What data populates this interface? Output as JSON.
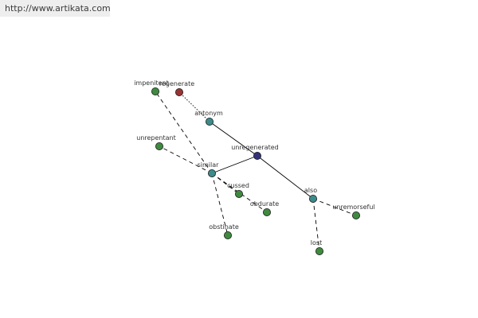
{
  "header": {
    "url_text": "http://www.artikata.com"
  },
  "colors": {
    "root": "#33337a",
    "relation": "#3d8a8a",
    "word": "#3f8a3f",
    "antonym_word": "#9a3333",
    "edge": "#000000"
  },
  "graph": {
    "root": "unregenerated",
    "relations": [
      "antonym",
      "similar",
      "also"
    ],
    "nodes": [
      {
        "id": "unregenerated",
        "label": "unregenerated",
        "kind": "root"
      },
      {
        "id": "antonym",
        "label": "antonym",
        "kind": "relation"
      },
      {
        "id": "similar",
        "label": "similar",
        "kind": "relation"
      },
      {
        "id": "also",
        "label": "also",
        "kind": "relation"
      },
      {
        "id": "regenerate",
        "label": "regenerate",
        "kind": "antonym_word"
      },
      {
        "id": "impenitent",
        "label": "impenitent",
        "kind": "word"
      },
      {
        "id": "unrepentant",
        "label": "unrepentant",
        "kind": "word"
      },
      {
        "id": "cussed",
        "label": "cussed",
        "kind": "word"
      },
      {
        "id": "obdurate",
        "label": "obdurate",
        "kind": "word"
      },
      {
        "id": "obstinate",
        "label": "obstinate",
        "kind": "word"
      },
      {
        "id": "unremorseful",
        "label": "unremorseful",
        "kind": "word"
      },
      {
        "id": "lost",
        "label": "lost",
        "kind": "word"
      }
    ],
    "edges": [
      {
        "from": "unregenerated",
        "to": "antonym",
        "style": "solid"
      },
      {
        "from": "unregenerated",
        "to": "similar",
        "style": "solid"
      },
      {
        "from": "unregenerated",
        "to": "also",
        "style": "solid"
      },
      {
        "from": "antonym",
        "to": "regenerate",
        "style": "dotted"
      },
      {
        "from": "similar",
        "to": "impenitent",
        "style": "dashed"
      },
      {
        "from": "similar",
        "to": "unrepentant",
        "style": "dashed"
      },
      {
        "from": "similar",
        "to": "cussed",
        "style": "dashed"
      },
      {
        "from": "similar",
        "to": "obdurate",
        "style": "dashed"
      },
      {
        "from": "similar",
        "to": "obstinate",
        "style": "dashed"
      },
      {
        "from": "also",
        "to": "unremorseful",
        "style": "dashed"
      },
      {
        "from": "also",
        "to": "lost",
        "style": "dashed"
      }
    ]
  }
}
